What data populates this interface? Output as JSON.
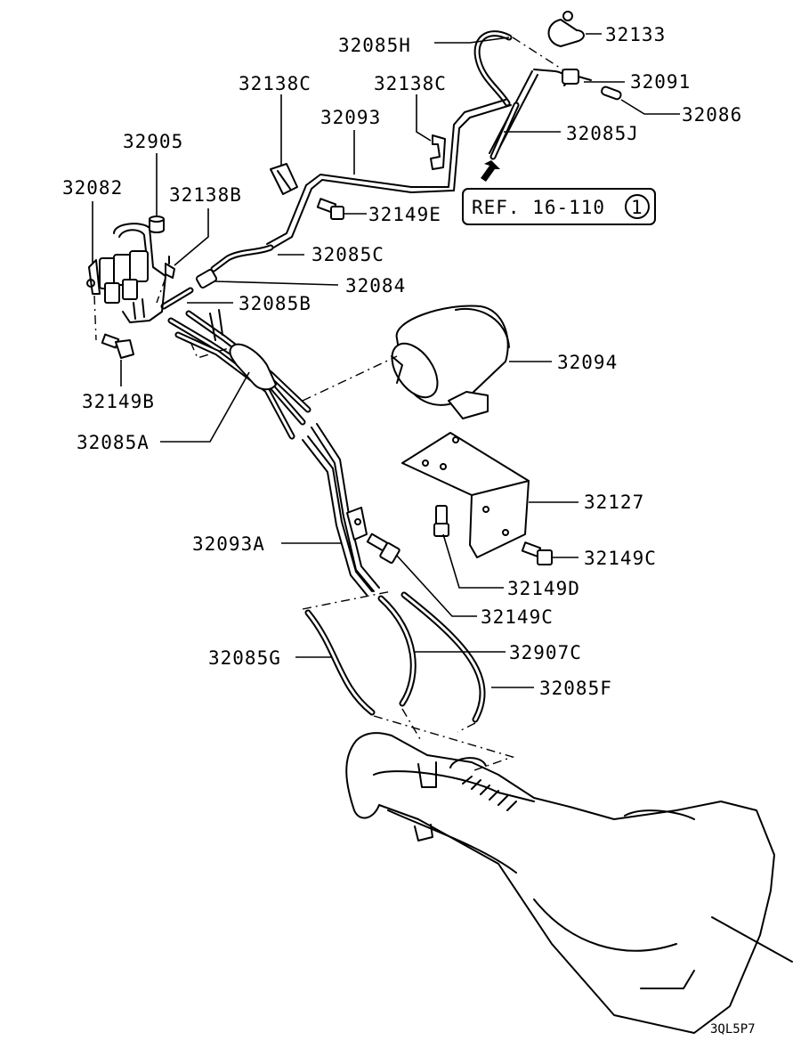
{
  "callouts": {
    "c32133": "32133",
    "c32085H": "32085H",
    "c32091": "32091",
    "c32086": "32086",
    "c32138C_a": "32138C",
    "c32138C_b": "32138C",
    "c32093": "32093",
    "c32085J": "32085J",
    "c32905": "32905",
    "c32082": "32082",
    "c32138B": "32138B",
    "c32149E": "32149E",
    "c32085C": "32085C",
    "c32084": "32084",
    "c32085B": "32085B",
    "c32094": "32094",
    "c32149B": "32149B",
    "c32085A": "32085A",
    "c32127": "32127",
    "c32093A": "32093A",
    "c32149C_a": "32149C",
    "c32149D": "32149D",
    "c32149C_b": "32149C",
    "c32907C": "32907C",
    "c32085G": "32085G",
    "c32085F": "32085F"
  },
  "reference": {
    "label": "REF. 16-110",
    "circled_number": "1"
  },
  "diagram_code": "3QL5P7"
}
